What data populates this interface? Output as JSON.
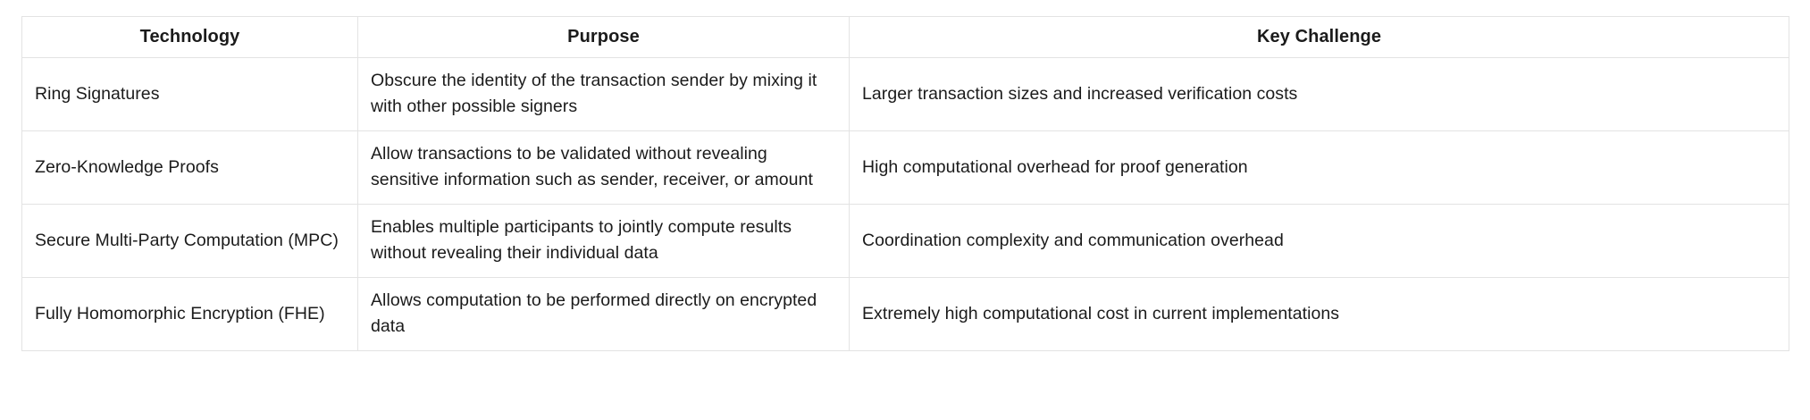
{
  "table": {
    "columns": [
      {
        "key": "technology",
        "label": "Technology",
        "align": "center"
      },
      {
        "key": "purpose",
        "label": "Purpose",
        "align": "center"
      },
      {
        "key": "challenge",
        "label": "Key Challenge",
        "align": "center"
      }
    ],
    "rows": [
      {
        "technology": "Ring Signatures",
        "purpose": "Obscure the identity of the transaction sender by mixing it with other possible signers",
        "challenge": "Larger transaction sizes and increased verification costs"
      },
      {
        "technology": "Zero-Knowledge Proofs",
        "purpose": "Allow transactions to be validated without revealing sensitive information such as sender, receiver, or amount",
        "challenge": "High computational overhead for proof generation"
      },
      {
        "technology": "Secure Multi-Party Computation (MPC)",
        "purpose": "Enables multiple participants to jointly compute results without revealing their individual data",
        "challenge": "Coordination complexity and communication overhead"
      },
      {
        "technology": "Fully Homomorphic Encryption (FHE)",
        "purpose": "Allows computation to be performed directly on encrypted data",
        "challenge": "Extremely high computational cost in current implementations"
      }
    ]
  },
  "style": {
    "border_color": "#e3e3e3",
    "text_color": "#1b1b1b",
    "background": "#ffffff"
  }
}
